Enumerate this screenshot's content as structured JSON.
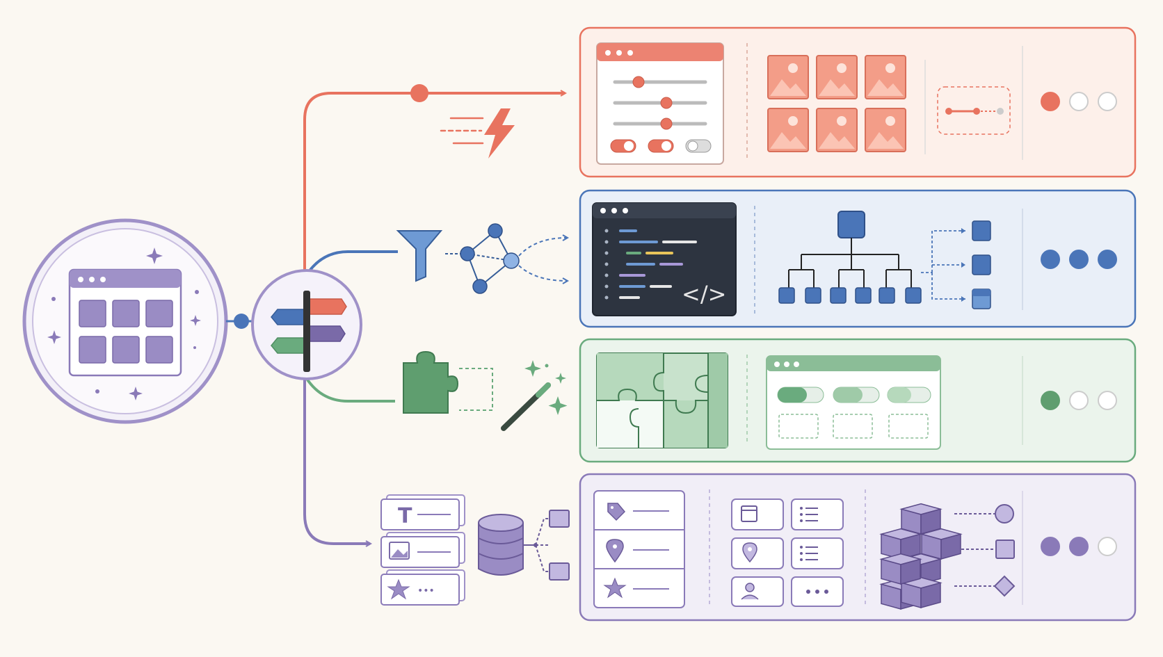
{
  "colors": {
    "background": "#fbf8f2",
    "red": "#e8735f",
    "red_fill": "#fdf0ea",
    "blue": "#4a75b8",
    "blue_fill": "#e9eff8",
    "green": "#6aab7e",
    "green_fill": "#ebf4ec",
    "purple": "#8a7ab8",
    "purple_fill": "#f1eef7",
    "dark_editor": "#2d3440"
  },
  "hub": {
    "icon": "app-window-grid-icon",
    "router_icon": "signpost-icon"
  },
  "lanes": [
    {
      "id": "red",
      "connector_icons": [
        "speed-lines-icon",
        "lightning-bolt-icon"
      ],
      "panels": [
        "settings-window-icon",
        "image-gallery-icon",
        "dashed-connector-icon"
      ],
      "status_filled": 1,
      "status_total": 3
    },
    {
      "id": "blue",
      "connector_icons": [
        "funnel-icon",
        "network-graph-icon"
      ],
      "panels": [
        "code-editor-icon",
        "tree-hierarchy-icon"
      ],
      "code_symbol": "</>",
      "status_filled": 3,
      "status_total": 3
    },
    {
      "id": "green",
      "connector_icons": [
        "puzzle-piece-icon",
        "magic-wand-icon"
      ],
      "panels": [
        "puzzle-board-icon",
        "toggle-window-icon"
      ],
      "status_filled": 1,
      "status_total": 3
    },
    {
      "id": "purple",
      "connector_icons": [
        "content-cards-icon",
        "database-icon"
      ],
      "panels": [
        "field-list-icon",
        "widget-grid-icon",
        "cube-stack-icon"
      ],
      "text_glyph": "T",
      "more_glyph": "•••",
      "status_filled": 2,
      "status_total": 3
    }
  ]
}
